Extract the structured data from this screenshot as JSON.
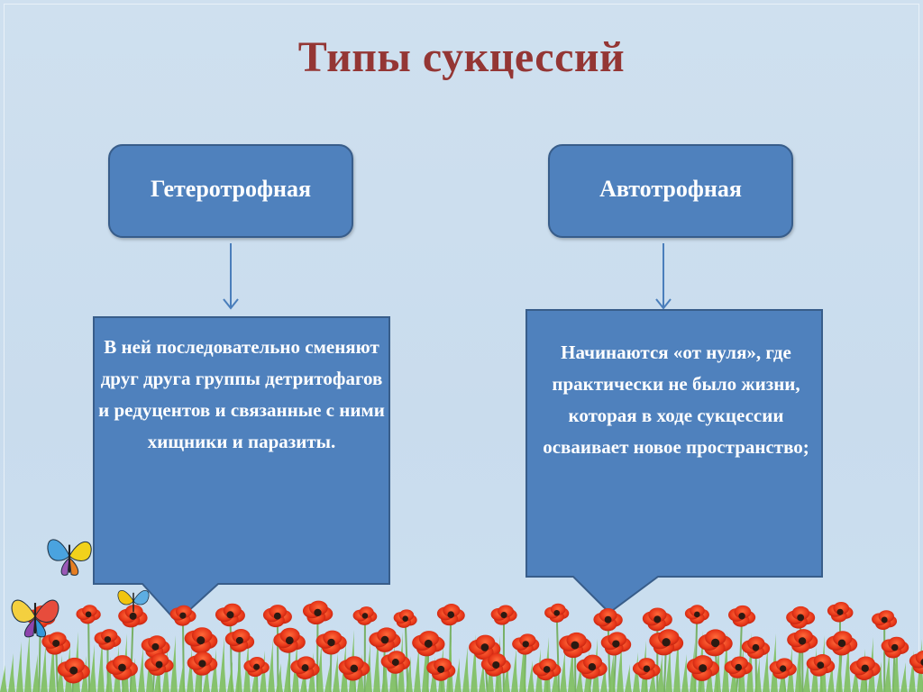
{
  "slide": {
    "title": "Типы сукцессий"
  },
  "types": [
    {
      "label": "Гетеротрофная",
      "description": "В  ней последовательно сменяют друг друга группы детритофагов и редуцентов и связанные с ними хищники и паразиты."
    },
    {
      "label": "Автотрофная",
      "description": "Начинаются «от нуля», где практически не было жизни, которая в ходе сукцессии осваивает новое пространство;"
    }
  ],
  "colors": {
    "background": "#cbdff0",
    "title": "#943634",
    "box_fill": "#4f81bd",
    "box_border": "#385d8a",
    "arrow": "#4a7ebb",
    "text": "#ffffff"
  },
  "icons": [
    "butterfly-icon",
    "poppy-flowers-decoration"
  ]
}
